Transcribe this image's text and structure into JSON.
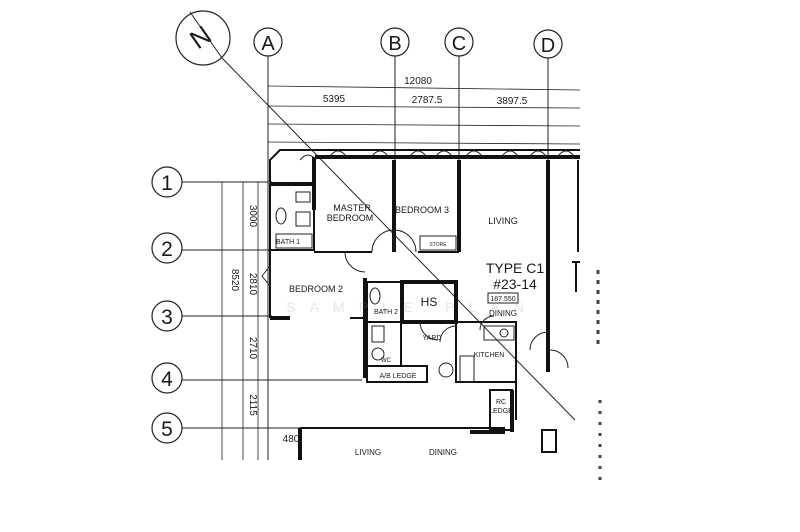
{
  "north_symbol": {
    "label": "N"
  },
  "grid_columns": [
    "A",
    "B",
    "C",
    "D"
  ],
  "grid_rows": [
    "1",
    "2",
    "3",
    "4",
    "5"
  ],
  "dimensions": {
    "overall_width": "12080",
    "col_ab": "5395",
    "col_bc": "2787.5",
    "col_cd": "3897.5",
    "overall_depth": "8520",
    "row_12": "3000",
    "row_23": "2810",
    "row_34": "2710",
    "row_45": "2115",
    "ledge_depth": "480"
  },
  "rooms": {
    "master_bedroom_line1": "MASTER",
    "master_bedroom_line2": "BEDROOM",
    "bedroom_3": "BEDROOM 3",
    "living": "LIVING",
    "bedroom_2": "BEDROOM 2",
    "hs": "HS",
    "bath_1": "BATH 1",
    "bath_2": "BATH 2",
    "yard": "YARD",
    "kitchen": "KITCHEN",
    "dining": "DINING",
    "ab_ledge": "A/B LEDGE",
    "rc_ledge_line1": "RC",
    "rc_ledge_line2": "LEDGE",
    "store": "STORE",
    "wc": "WC",
    "lower_living": "LIVING",
    "lower_dining": "DINING"
  },
  "unit_info": {
    "type": "TYPE C1",
    "unit_number": "#23-14",
    "area": "187.550"
  },
  "watermark": "SAMPLE PLAN"
}
